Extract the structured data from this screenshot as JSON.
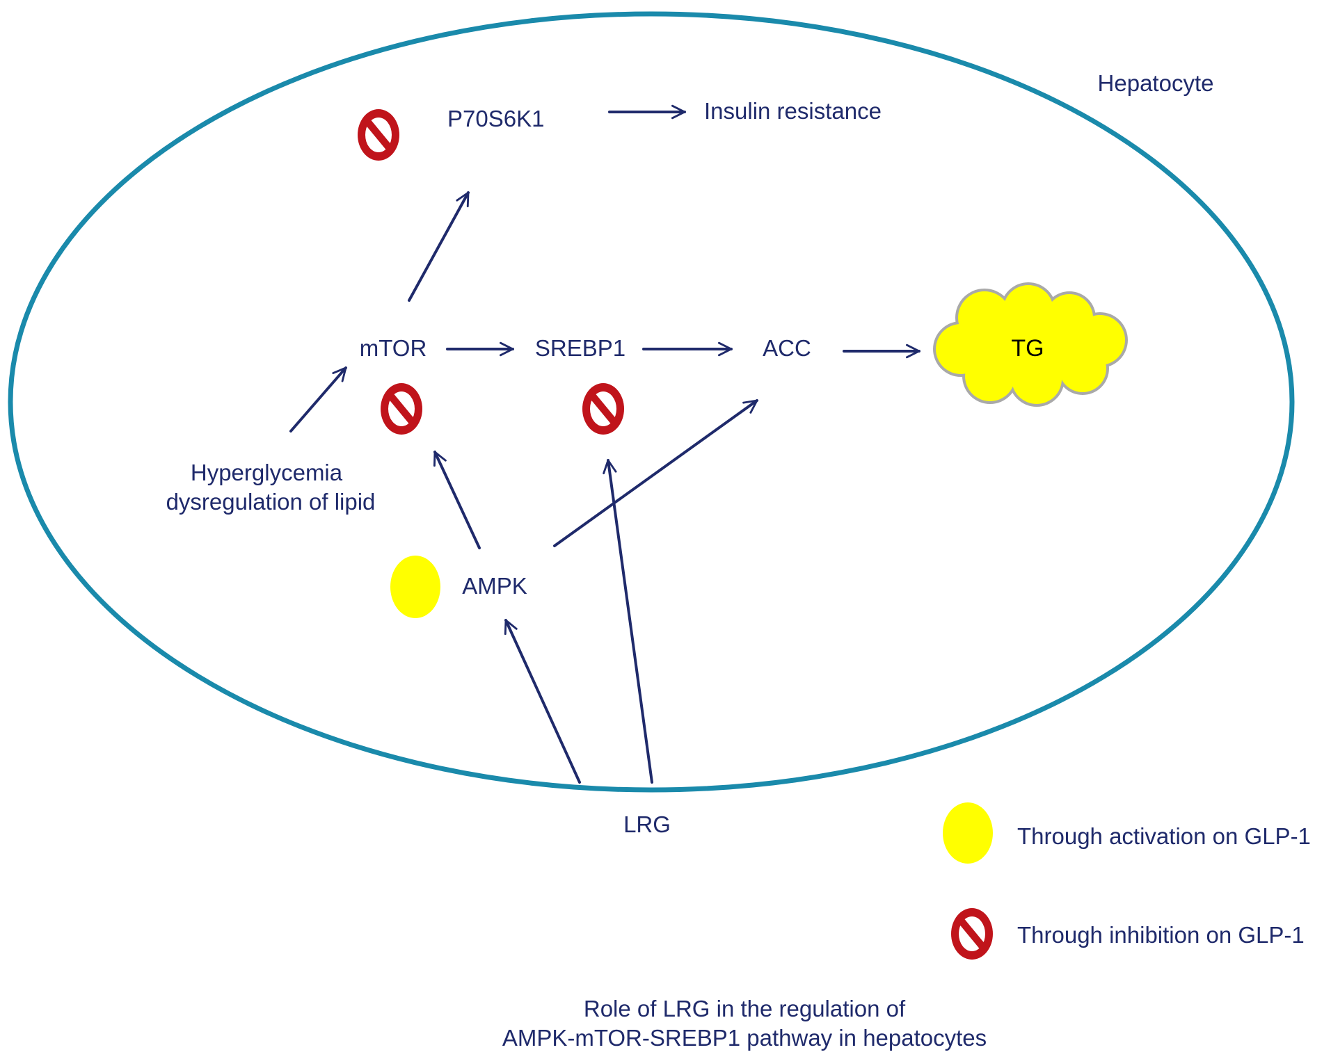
{
  "cell_label": "Hepatocyte",
  "nodes": {
    "p70s6k1": "P70S6K1",
    "insulin_resistance": "Insulin resistance",
    "mtor": "mTOR",
    "srebp1": "SREBP1",
    "acc": "ACC",
    "tg": "TG",
    "hyperglycemia_line1": "Hyperglycemia",
    "hyperglycemia_line2": "dysregulation of lipid",
    "ampk": "AMPK",
    "lrg": "LRG"
  },
  "legend": {
    "activation": "Through activation on GLP-1",
    "inhibition": "Through inhibition on GLP-1"
  },
  "caption": {
    "line1": "Role of LRG in the regulation of",
    "line2": "AMPK-mTOR-SREBP1 pathway in hepatocytes"
  },
  "colors": {
    "membrane": "#1a8aab",
    "text": "#1f2a6b",
    "inhibit_red": "#c0141b",
    "activation_yellow": "#ffff00",
    "cloud_outline": "#a9a9a9"
  }
}
